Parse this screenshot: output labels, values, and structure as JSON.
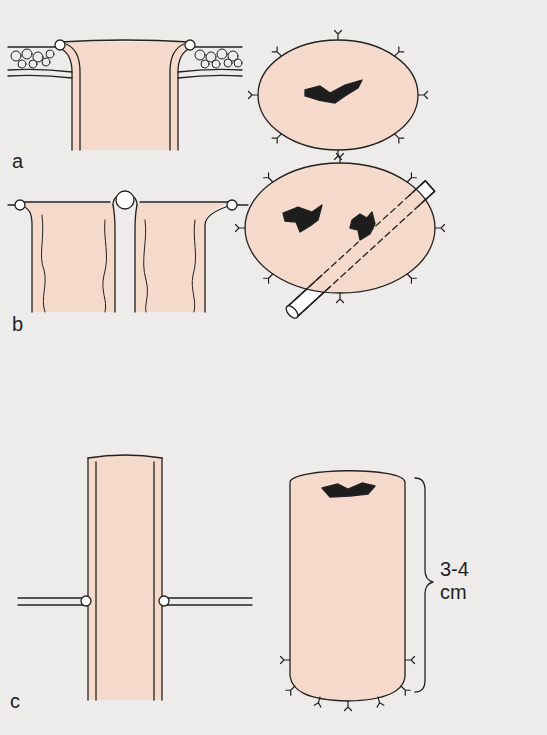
{
  "diagram": {
    "labels": [
      "a",
      "b",
      "c",
      "3-4 cm"
    ]
  }
}
